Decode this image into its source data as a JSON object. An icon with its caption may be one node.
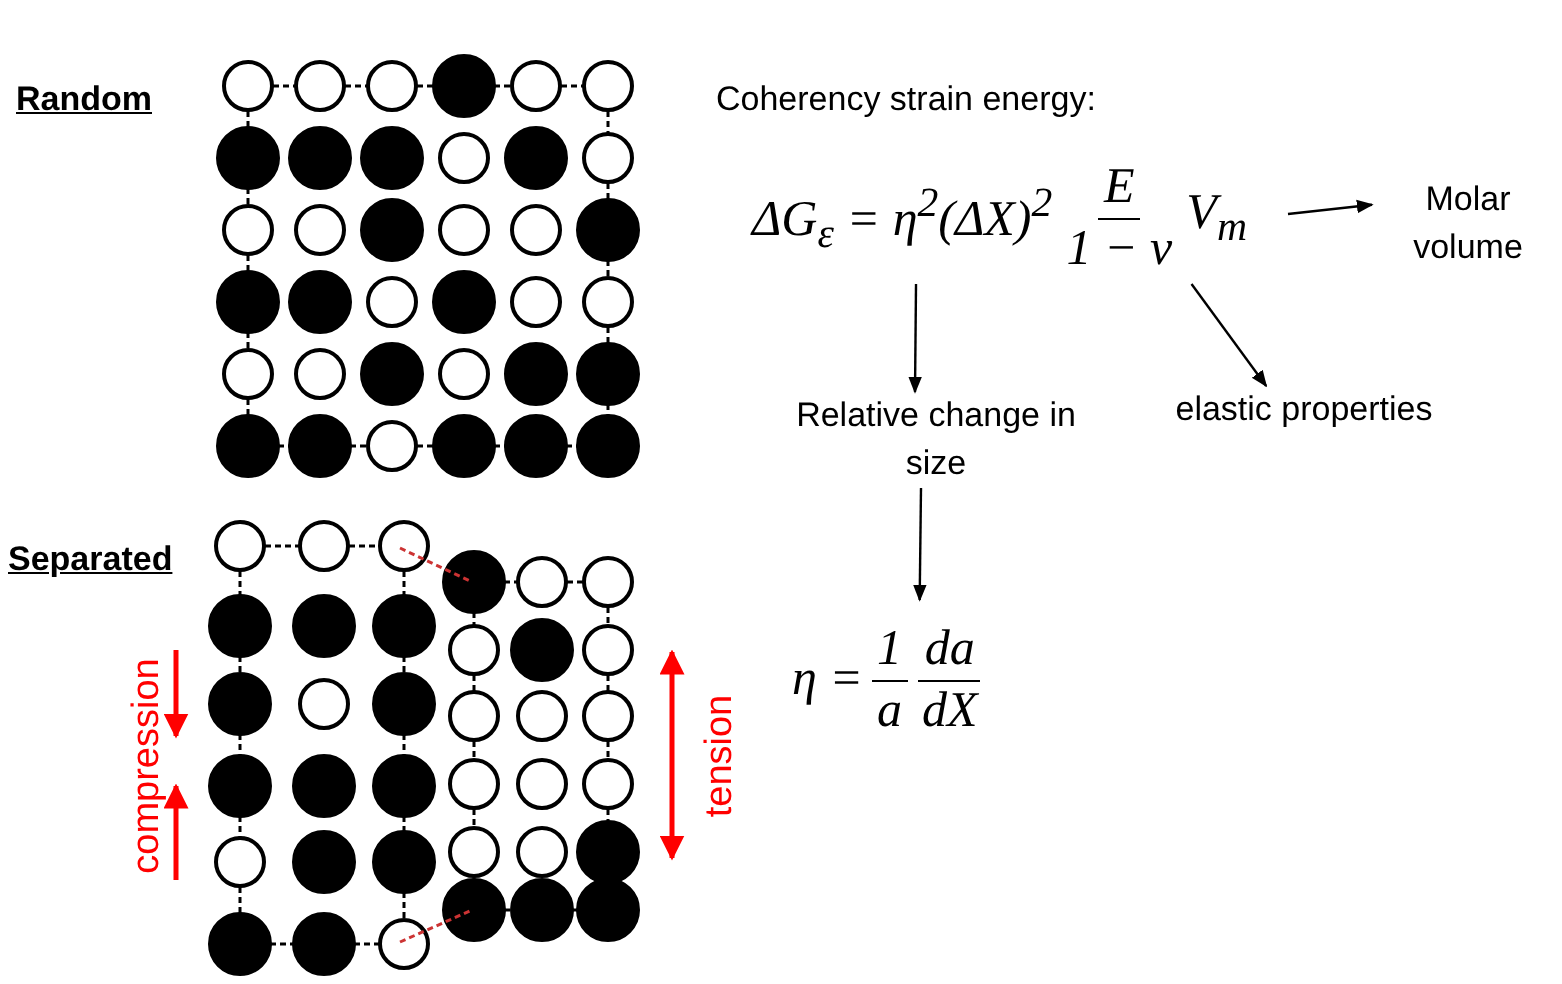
{
  "diagram": {
    "nodes": [
      {
        "text": [
          "ΔG$_{ε}$ = η$^{2}$(ΔX)$^{2}$",
          "E",
          "1 − ν",
          "V$_{m}$"
        ]
      },
      {
        "text": [
          "Molar volume"
        ]
      },
      {
        "text": [
          "Relative change in size"
        ]
      },
      {
        "text": [
          "elastic properties"
        ]
      },
      {
        "text": [
          "η =",
          "1",
          "a",
          "da",
          "dX"
        ]
      }
    ],
    "edges": [
      {
        "from": 0,
        "to": 1,
        "arrow": "to"
      },
      {
        "from": 0,
        "to": 2,
        "arrow": "to"
      },
      {
        "from": 0,
        "to": 3,
        "arrow": "to"
      },
      {
        "from": 2,
        "to": 4,
        "arrow": "to"
      }
    ],
    "labels": [
      "Random",
      "Separated",
      "Coherency strain energy:",
      "compression",
      "tension"
    ]
  }
}
